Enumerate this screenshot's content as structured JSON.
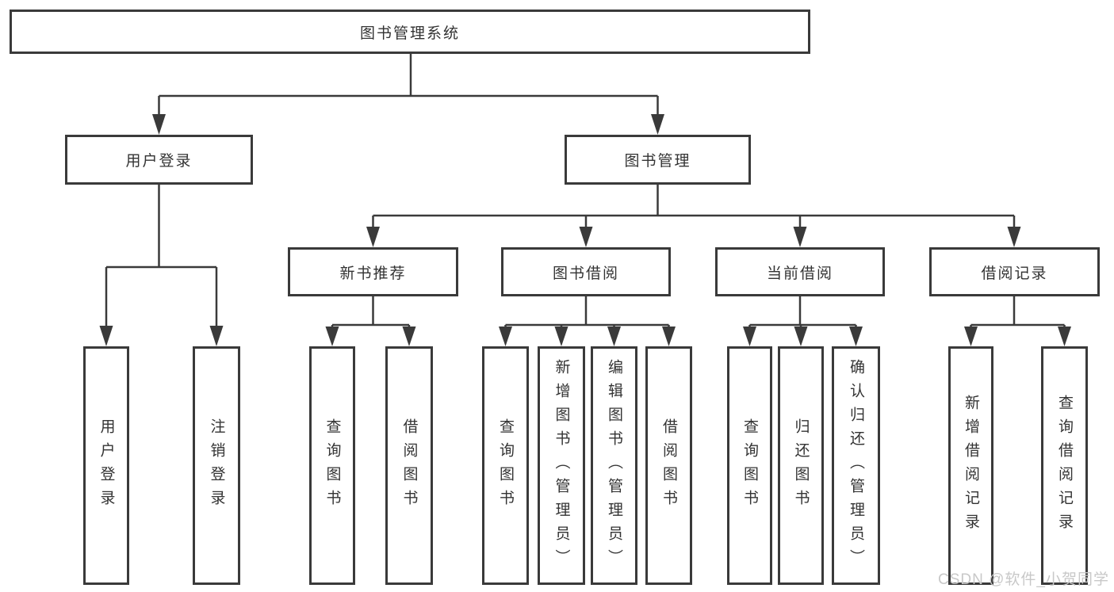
{
  "root_label": "图书管理系统",
  "level2": {
    "user_login": {
      "label": "用户登录",
      "leaves": [
        "用户登录",
        "注销登录"
      ]
    },
    "book_mgmt": {
      "label": "图书管理",
      "sections": {
        "new_book": {
          "label": "新书推荐",
          "leaves": [
            "查询图书",
            "借阅图书"
          ]
        },
        "borrow": {
          "label": "图书借阅",
          "leaves": [
            "查询图书",
            "新增图书（管理员）",
            "编辑图书（管理员）",
            "借阅图书"
          ]
        },
        "current": {
          "label": "当前借阅",
          "leaves": [
            "查询图书",
            "归还图书",
            "确认归还（管理员）"
          ]
        },
        "records": {
          "label": "借阅记录",
          "leaves": [
            "新增借阅记录",
            "查询借阅记录"
          ]
        }
      }
    }
  },
  "watermark": "CSDN @软件_小贺同学",
  "colors": {
    "line": "#3a3a3a",
    "text": "#333333",
    "watermark": "#c8c8c8"
  }
}
